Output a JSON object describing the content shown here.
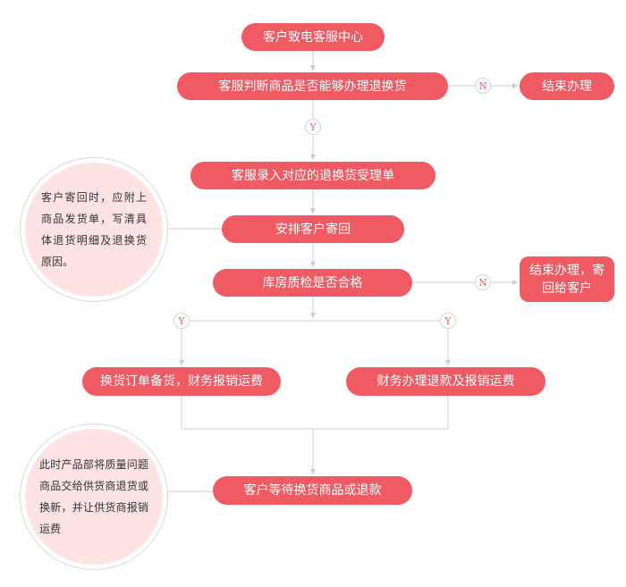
{
  "nodes": {
    "start": "客户致电客服中心",
    "judge": "客服判断商品是否能够办理退换货",
    "end_1": "结束办理",
    "record": "客服录入对应的退换货受理单",
    "arrange": "安排客户寄回",
    "inspect": "库房质检是否合格",
    "end_2": "结束办理，寄回给客户",
    "exchange": "换货订单备货，财务报销运费",
    "refund": "财务办理退款及报销运费",
    "wait": "客户等待换货商品或退款"
  },
  "badges": {
    "yes": "Y",
    "no": "N"
  },
  "notes": {
    "return_note": "客户寄回时，应附上商品发货单，写清具体退货明细及退换货原因。",
    "quality_note": "此时产品部将质量问题商品交给供货商退货或换新，并让供货商报销运费"
  },
  "colors": {
    "node": "#f05a63",
    "connector": "#cccccc",
    "note_fill": "#fde3e3"
  }
}
